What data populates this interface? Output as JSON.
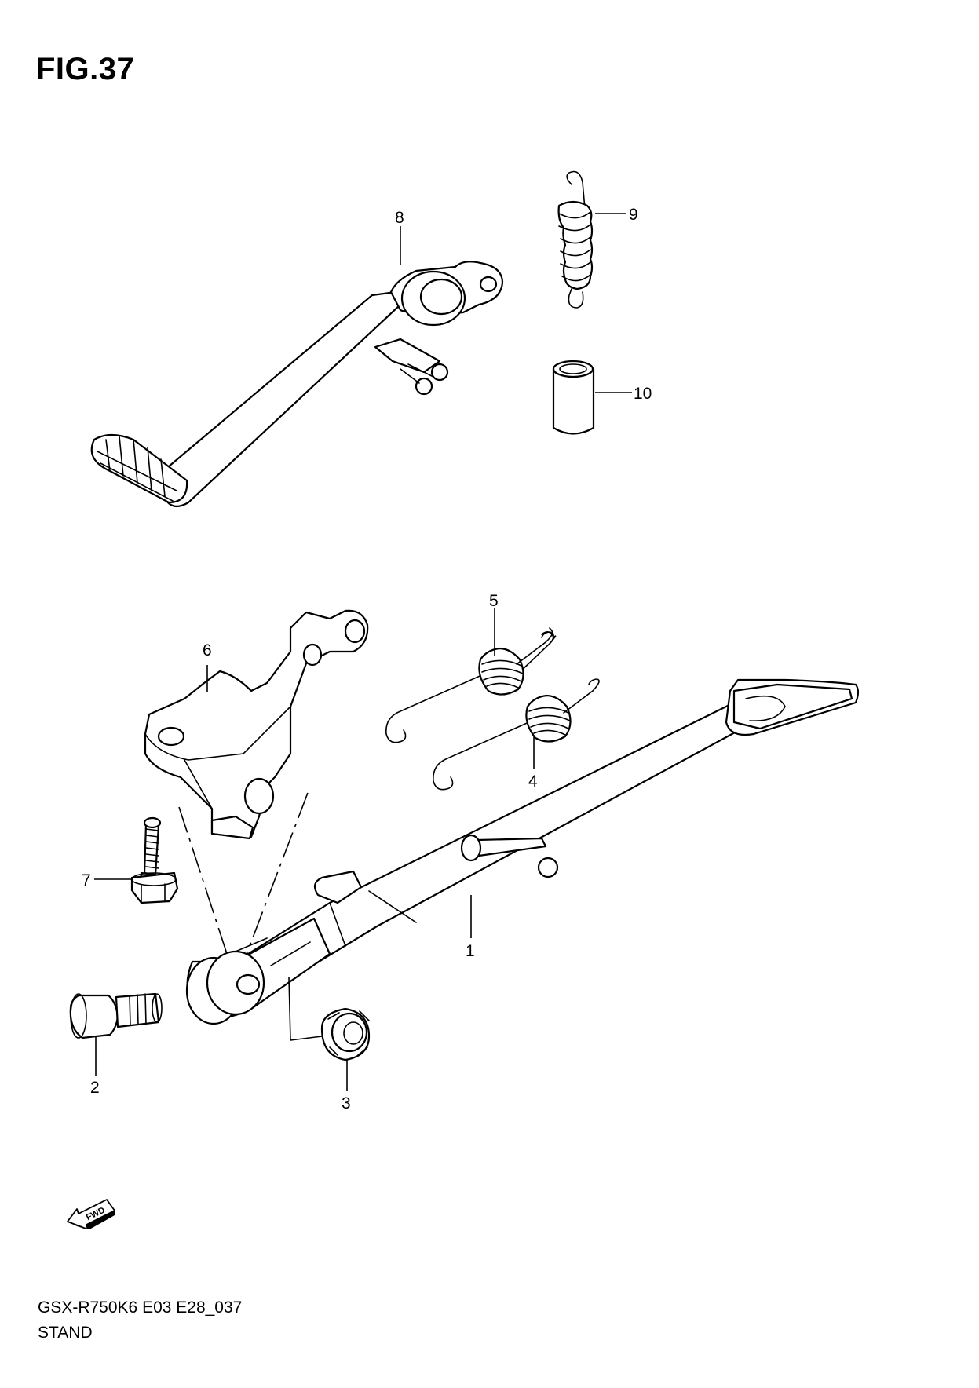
{
  "figure": {
    "title": "FIG.37"
  },
  "callouts": [
    {
      "id": "1",
      "text": "1"
    },
    {
      "id": "2",
      "text": "2"
    },
    {
      "id": "3",
      "text": "3"
    },
    {
      "id": "4",
      "text": "4"
    },
    {
      "id": "5",
      "text": "5"
    },
    {
      "id": "6",
      "text": "6"
    },
    {
      "id": "7",
      "text": "7"
    },
    {
      "id": "8",
      "text": "8"
    },
    {
      "id": "9",
      "text": "9"
    },
    {
      "id": "10",
      "text": "10"
    }
  ],
  "fwd_label": "FWD",
  "footer": {
    "model_code": "GSX-R750K6 E03 E28_037",
    "section": "STAND"
  }
}
